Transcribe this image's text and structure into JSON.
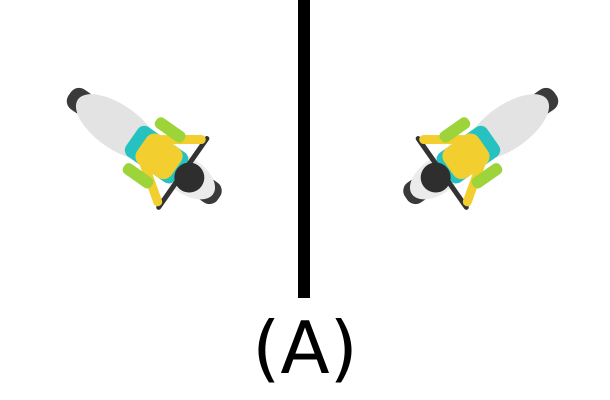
{
  "caption": "(A)",
  "colors": {
    "background": "#ffffff",
    "divider": "#000000",
    "rider_shirt": "#f2cf2e",
    "rider_head": "#2e2e2e",
    "bike_body": "#e6e6e6",
    "bike_frame": "#26c2c2",
    "bike_accent": "#9b2fd4",
    "glove": "#9cd43a",
    "wheel": "#3a3a3a"
  },
  "figures": [
    {
      "name": "left-motorcycle-rider",
      "orientation": "rider-facing-down-right"
    },
    {
      "name": "right-motorcycle-rider",
      "orientation": "rider-facing-down-left"
    }
  ]
}
